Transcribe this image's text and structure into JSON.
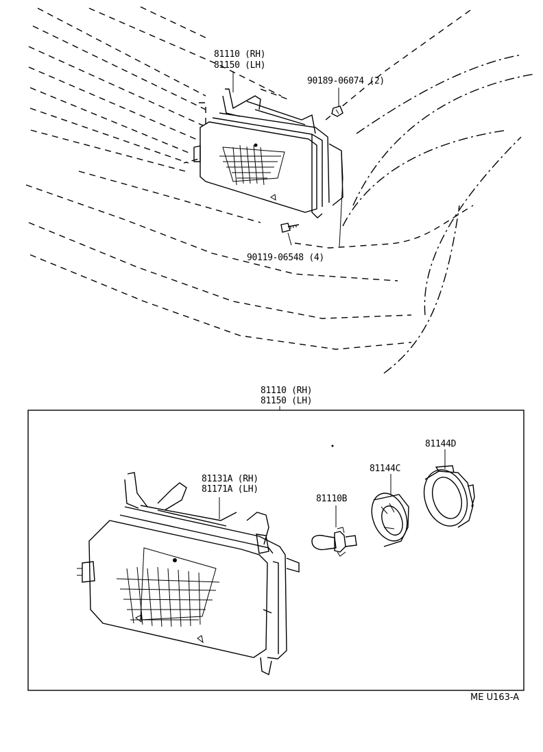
{
  "diagram": {
    "labels": {
      "top_assembly_rh": "81110 (RH)",
      "top_assembly_lh": "81150 (LH)",
      "screw_top": "90189-06074 (2)",
      "bolt_bottom": "90119-06548 (4)",
      "box_assembly_rh": "81110 (RH)",
      "box_assembly_lh": "81150 (LH)",
      "unit_rh": "81131A (RH)",
      "unit_lh": "81171A (LH)",
      "bulb": "81110B",
      "cap": "81144C",
      "ring": "81144D",
      "figure_code": "ME U163-A"
    }
  }
}
